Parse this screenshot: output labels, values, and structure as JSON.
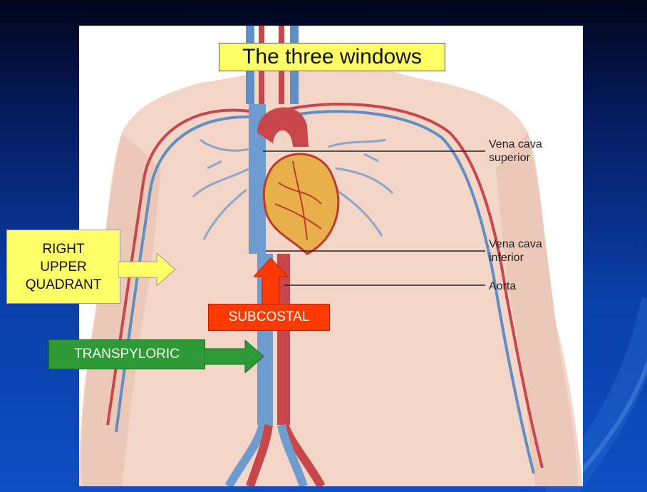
{
  "title": "The three windows",
  "labels": {
    "vena_cava_superior": [
      "Vena cava",
      "superior"
    ],
    "vena_cava_inferior": [
      "Vena cava",
      "inferior"
    ],
    "aorta": "Aorta"
  },
  "windows": {
    "right_upper_quadrant": [
      "RIGHT",
      "UPPER",
      "QUADRANT"
    ],
    "subcostal": "SUBCOSTAL",
    "transpyloric": "TRANSPYLORIC"
  },
  "colors": {
    "title_bg": "#ffff66",
    "right_upper_quadrant": "#ffff66",
    "subcostal": "#ff3a00",
    "transpyloric": "#2e9a35",
    "vein": "#5f8fc4",
    "artery": "#c9474a"
  }
}
